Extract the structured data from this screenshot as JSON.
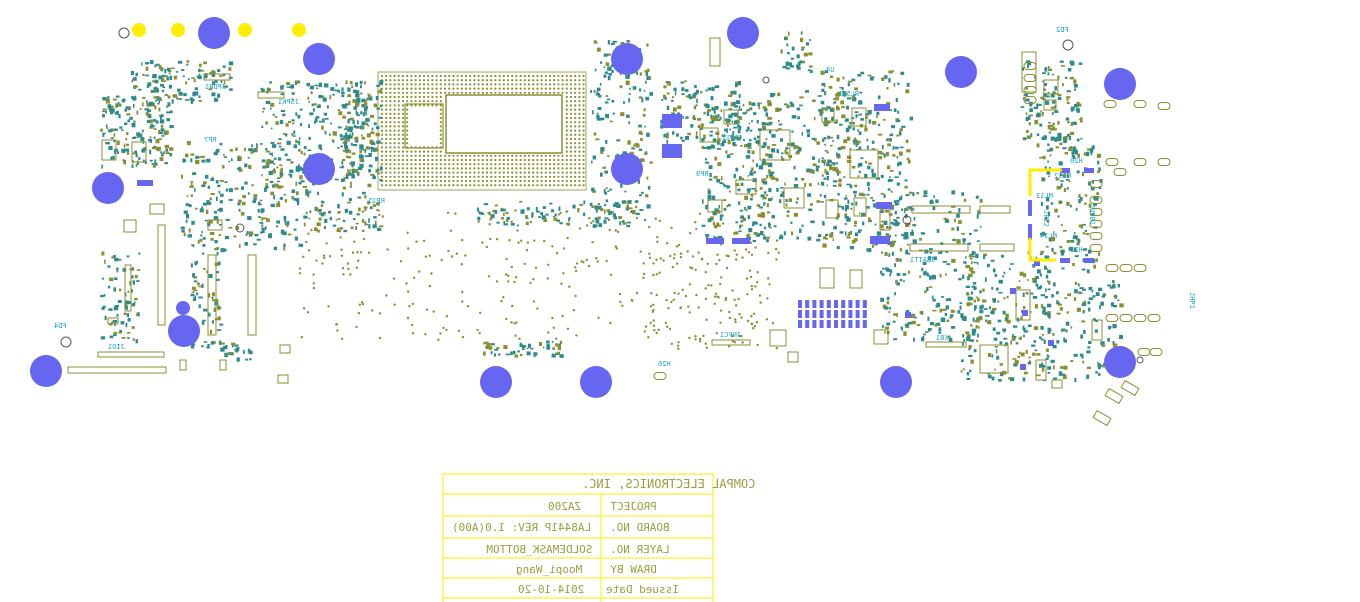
{
  "viewer": {
    "layer": "SOLDEMASK_BOTTOM",
    "colors": {
      "background": "#ffffff",
      "mounting_hole": "#6666f0",
      "fiducial": "#ffee00",
      "outline": "#8a8f30",
      "pad": "#2e8b8b",
      "refdes": "#1aa6c8",
      "highlight": "#ffee00"
    }
  },
  "refdes": {
    "fd2": "FD2",
    "fd4": "FD4",
    "jio1": "JIO1",
    "jpdb1": "JPDB1",
    "rp7": "RP7",
    "rp15": "RP15",
    "pl501": "PL501",
    "h20": "H20",
    "h21": "H21",
    "h26": "H26",
    "ml12": "ML12",
    "ml13": "ML13",
    "ml14": "ML14",
    "jnfc1": "JNFC1",
    "jhp1": "JHP1",
    "k81": "K81",
    "jusb1": "JUSB1",
    "jbatt1": "JBATT1",
    "jspk1": "JSPK1",
    "rp9": "RP9",
    "rp12": "RP12",
    "jp22": "JP22",
    "u4": "U4"
  },
  "title_block": {
    "company": "COMPAL ELECTRONICS, INC.",
    "rows": [
      {
        "label": "PROJECT",
        "value": "ZA200"
      },
      {
        "label": "BOARD NO.",
        "value": "LA8441P  REV: 1.0(A00)"
      },
      {
        "label": "LAYER NO.",
        "value": "SOLDEMASK_BOTTOM"
      },
      {
        "label": "DRAW BY",
        "value": "Moopi_Wang"
      },
      {
        "label": "Issued  Date",
        "value": "2014-10-20"
      }
    ]
  }
}
